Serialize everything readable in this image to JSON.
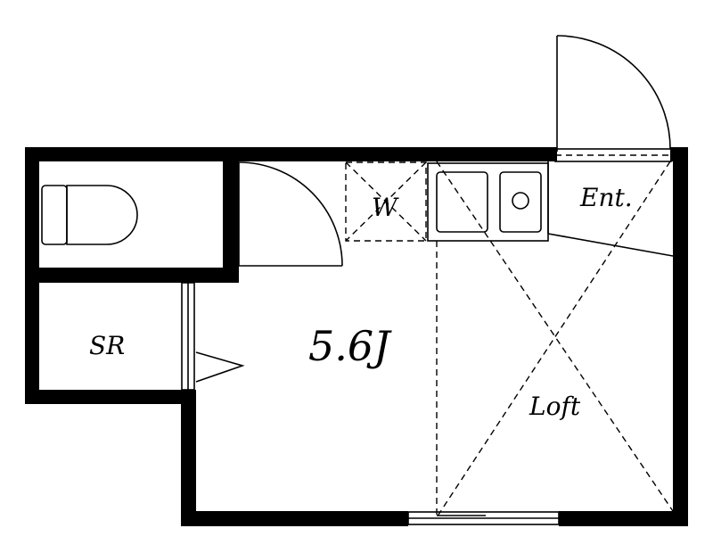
{
  "rooms": {
    "main": "5.6J",
    "storage": "SR",
    "washer": "W",
    "entrance": "Ent.",
    "loft": "Loft"
  },
  "colors": {
    "wall": "#000000",
    "background": "#ffffff"
  }
}
